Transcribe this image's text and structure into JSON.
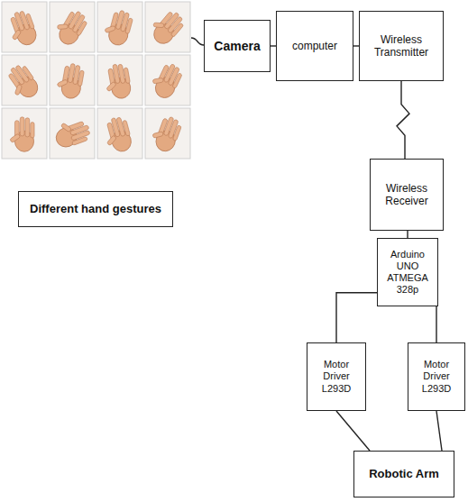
{
  "diagram": {
    "nodes": [
      {
        "text": [
          "Camera"
        ]
      },
      {
        "text": [
          "computer"
        ]
      },
      {
        "text": [
          "Wireless Transmitter"
        ]
      },
      {
        "text": [
          "Wireless Receiver"
        ]
      },
      {
        "text": [
          "Different hand gestures"
        ]
      },
      {
        "text": [
          "Arduino UNO ATMEGA 328p"
        ]
      },
      {
        "text": [
          "Motor Driver L293D"
        ]
      },
      {
        "text": [
          "Motor Driver L293D"
        ]
      },
      {
        "text": [
          "Robotic Arm"
        ]
      }
    ],
    "edges": [
      {
        "from": 0,
        "to": 1,
        "arrow": "none"
      },
      {
        "from": 1,
        "to": 2,
        "arrow": "none"
      },
      {
        "from": 2,
        "to": 3,
        "arrow": "none"
      },
      {
        "from": 3,
        "to": 5,
        "arrow": "none"
      },
      {
        "from": 5,
        "to": 6,
        "arrow": "none"
      },
      {
        "from": 5,
        "to": 7,
        "arrow": "none"
      },
      {
        "from": 6,
        "to": 8,
        "arrow": "none"
      },
      {
        "from": 7,
        "to": 8,
        "arrow": "none"
      }
    ]
  }
}
